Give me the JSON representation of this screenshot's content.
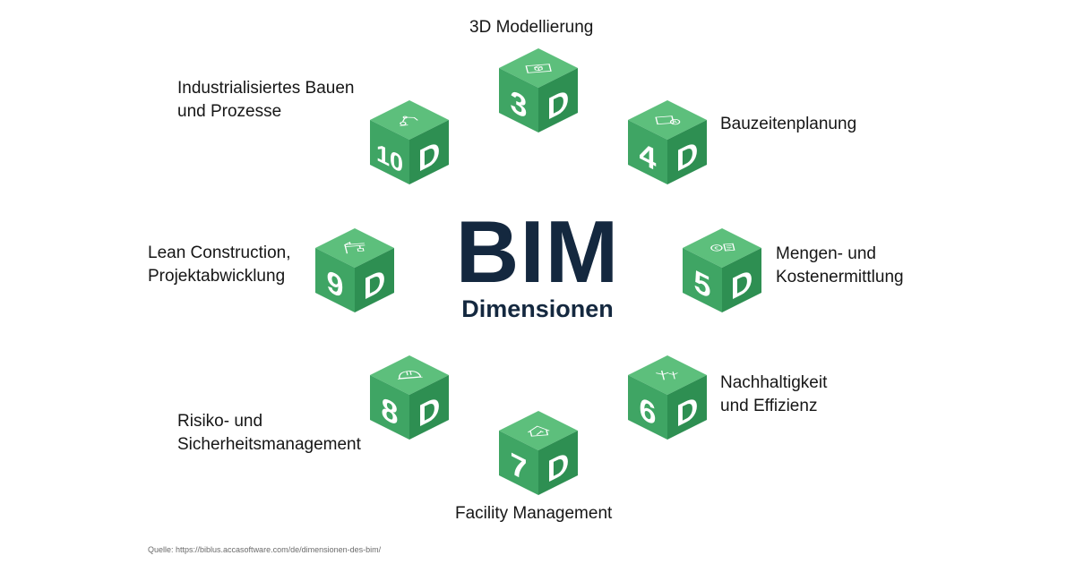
{
  "title": {
    "main": "BIM",
    "sub": "Dimensionen"
  },
  "colors": {
    "title": "#14283f",
    "cube_top": "#5dbf7c",
    "cube_left": "#3fa564",
    "cube_right": "#2e8f52",
    "cube_glyph": "#ffffff"
  },
  "dimensions": [
    {
      "id": "3d",
      "number": "3",
      "letter": "D",
      "icon": "box-model-icon",
      "lines": [
        "3D Modellierung"
      ]
    },
    {
      "id": "4d",
      "number": "4",
      "letter": "D",
      "icon": "schedule-icon",
      "lines": [
        "Bauzeitenplanung"
      ]
    },
    {
      "id": "5d",
      "number": "5",
      "letter": "D",
      "icon": "cost-icon",
      "lines": [
        "Mengen- und",
        "Kostenermittlung"
      ]
    },
    {
      "id": "6d",
      "number": "6",
      "letter": "D",
      "icon": "wind-turbine-icon",
      "lines": [
        "Nachhaltigkeit",
        "und Effizienz"
      ]
    },
    {
      "id": "7d",
      "number": "7",
      "letter": "D",
      "icon": "house-tool-icon",
      "lines": [
        "Facility Management"
      ]
    },
    {
      "id": "8d",
      "number": "8",
      "letter": "D",
      "icon": "hard-hat-icon",
      "lines": [
        "Risiko- und",
        "Sicherheitsmanagement"
      ]
    },
    {
      "id": "9d",
      "number": "9",
      "letter": "D",
      "icon": "crane-icon",
      "lines": [
        "Lean Construction,",
        "Projektabwicklung"
      ]
    },
    {
      "id": "10d",
      "number": "10",
      "letter": "D",
      "icon": "robot-arm-icon",
      "lines": [
        "Industrialisiertes Bauen",
        "und Prozesse"
      ]
    }
  ],
  "source": "Quelle: https://biblus.accasoftware.com/de/dimensionen-des-bim/"
}
